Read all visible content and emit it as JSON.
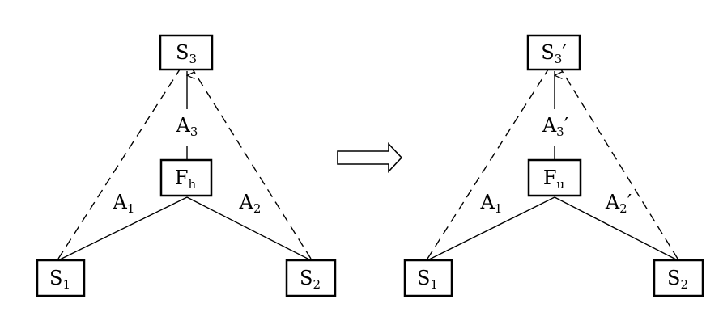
{
  "left": {
    "top": {
      "base": "S",
      "sub": "3",
      "prime": ""
    },
    "center": {
      "base": "F",
      "sub": "h",
      "prime": ""
    },
    "bottom_left": {
      "base": "S",
      "sub": "1",
      "prime": ""
    },
    "bottom_right": {
      "base": "S",
      "sub": "2",
      "prime": ""
    },
    "edge_vertical": {
      "base": "A",
      "sub": "3",
      "prime": ""
    },
    "edge_left": {
      "base": "A",
      "sub": "1",
      "prime": ""
    },
    "edge_right": {
      "base": "A",
      "sub": "2",
      "prime": ""
    }
  },
  "right": {
    "top": {
      "base": "S",
      "sub": "3",
      "prime": "′"
    },
    "center": {
      "base": "F",
      "sub": "u",
      "prime": ""
    },
    "bottom_left": {
      "base": "S",
      "sub": "1",
      "prime": ""
    },
    "bottom_right": {
      "base": "S",
      "sub": "2",
      "prime": ""
    },
    "edge_vertical": {
      "base": "A",
      "sub": "3",
      "prime": "′"
    },
    "edge_left": {
      "base": "A",
      "sub": "1",
      "prime": ""
    },
    "edge_right": {
      "base": "A",
      "sub": "2",
      "prime": "′"
    }
  },
  "colors": {
    "stroke": "#000000",
    "background": "#ffffff"
  }
}
